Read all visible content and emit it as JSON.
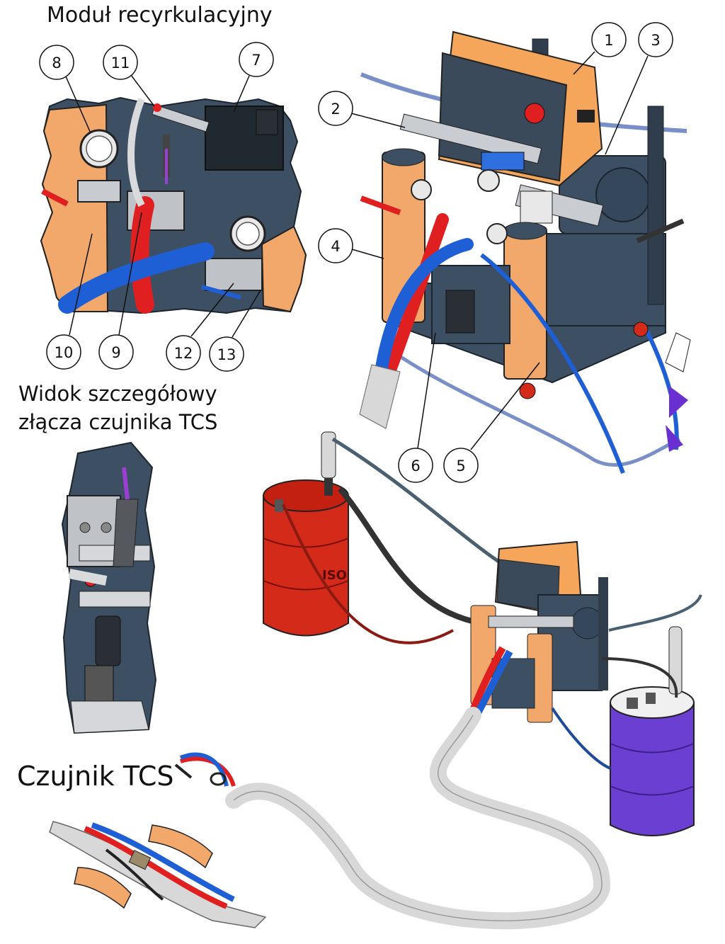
{
  "captions": {
    "module_title": "Moduł recyrkulacyjny",
    "detail_line1": "Widok szczegółowy",
    "detail_line2": "złącza czujnika TCS",
    "sensor_title": "Czujnik TCS"
  },
  "callouts": [
    {
      "id": "c1",
      "label": "1"
    },
    {
      "id": "c2",
      "label": "2"
    },
    {
      "id": "c3",
      "label": "3"
    },
    {
      "id": "c4",
      "label": "4"
    },
    {
      "id": "c5",
      "label": "5"
    },
    {
      "id": "c6",
      "label": "6"
    },
    {
      "id": "c7",
      "label": "7"
    },
    {
      "id": "c8",
      "label": "8"
    },
    {
      "id": "c9",
      "label": "9"
    },
    {
      "id": "c10",
      "label": "10"
    },
    {
      "id": "c11",
      "label": "11"
    },
    {
      "id": "c12",
      "label": "12"
    },
    {
      "id": "c13",
      "label": "13"
    }
  ],
  "drum_labels": {
    "iso_drum": "ISO"
  },
  "colors": {
    "orange_body": "#f2a86a",
    "orange_panel": "#f5a65b",
    "dark_panel": "#3b4a5a",
    "steel_blue": "#3d4f63",
    "hose_red": "#e02020",
    "hose_blue": "#1f5fd6",
    "drum_red": "#d42a1a",
    "drum_purple": "#6a3fd1",
    "mesh_gray": "#d8d8d8"
  }
}
